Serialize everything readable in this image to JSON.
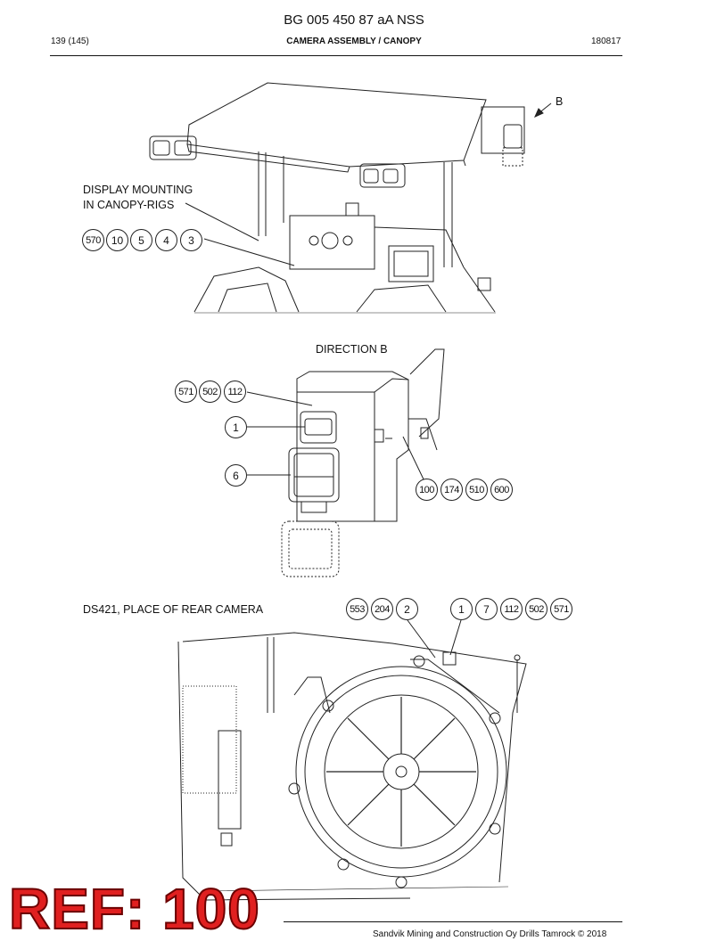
{
  "header": {
    "title": "BG 005 450 87 aA NSS",
    "page": "139 (145)",
    "section": "CAMERA ASSEMBLY / CANOPY",
    "date": "180817"
  },
  "view1": {
    "label_line1": "DISPLAY MOUNTING",
    "label_line2": "IN CANOPY-RIGS",
    "direction_marker": "B",
    "bubbles": [
      "570",
      "10",
      "5",
      "4",
      "3"
    ]
  },
  "view2": {
    "title": "DIRECTION B",
    "bubbles_top": [
      "571",
      "502",
      "112"
    ],
    "bubble_camera": "1",
    "bubble_light": "6",
    "bubbles_right": [
      "100",
      "174",
      "510",
      "600"
    ]
  },
  "view3": {
    "title": "DS421, PLACE OF REAR CAMERA",
    "bubbles_left": [
      "553",
      "204",
      "2"
    ],
    "bubbles_right": [
      "1",
      "7",
      "112",
      "502",
      "571"
    ]
  },
  "stamp": "REF: 100",
  "footer": "Sandvik Mining and Construction Oy Drills Tamrock © 2018",
  "colors": {
    "stamp": "#e02020",
    "ink": "#111111"
  }
}
